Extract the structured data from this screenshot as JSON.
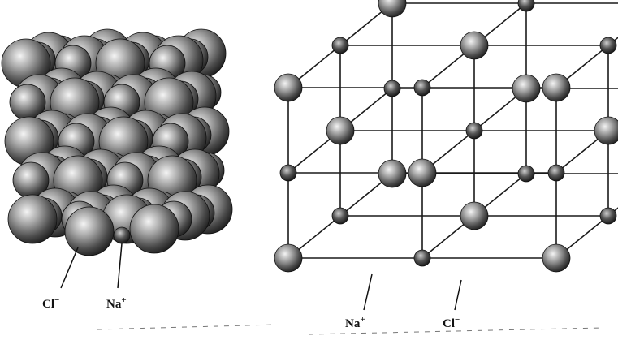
{
  "diagram": {
    "left_model": {
      "labels": {
        "cl": "Cl",
        "cl_charge": "−",
        "na": "Na",
        "na_charge": "+"
      }
    },
    "right_model": {
      "labels": {
        "na": "Na",
        "na_charge": "+",
        "cl": "Cl",
        "cl_charge": "−"
      }
    },
    "colors": {
      "ink": "#1a1a1a",
      "sphere_light": "#f2f2f2",
      "sphere_dark": "#2a2a2a"
    }
  }
}
